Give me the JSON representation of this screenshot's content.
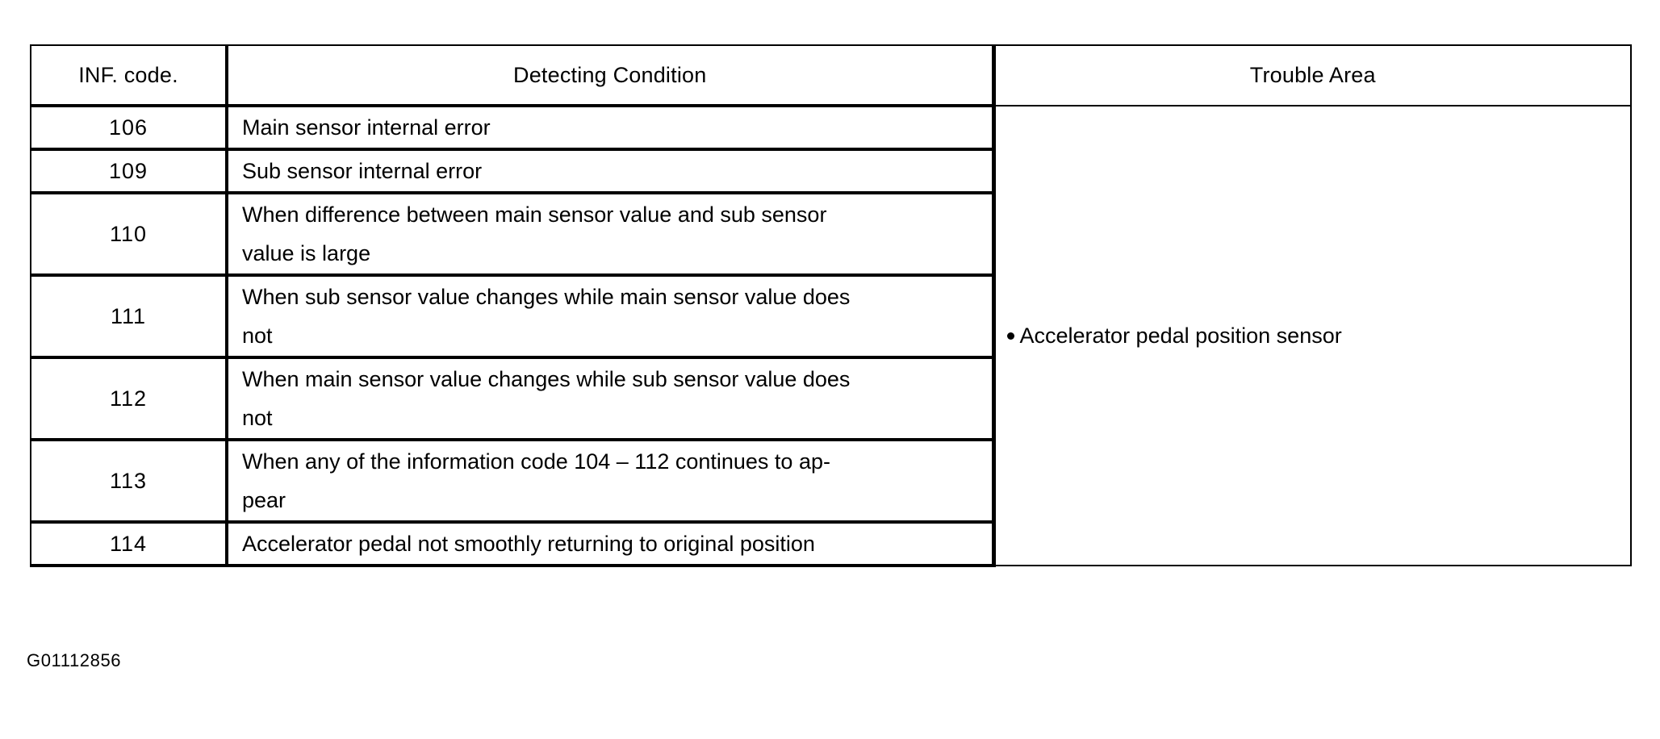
{
  "document": {
    "figure_caption": "G01112856",
    "text_color": "#000000",
    "background_color": "#ffffff"
  },
  "table": {
    "headers": {
      "inf_code": "INF. code.",
      "detecting_condition": "Detecting Condition",
      "trouble_area": "Trouble Area"
    },
    "rows": [
      {
        "inf_code": "106",
        "condition_lines": [
          "Main sensor internal error"
        ]
      },
      {
        "inf_code": "109",
        "condition_lines": [
          "Sub sensor internal error"
        ]
      },
      {
        "inf_code": "110",
        "condition_lines": [
          "When difference between main sensor value and sub sensor",
          "value is large"
        ]
      },
      {
        "inf_code": "111",
        "condition_lines": [
          "When sub sensor value changes while main sensor value does",
          "not"
        ]
      },
      {
        "inf_code": "112",
        "condition_lines": [
          "When main sensor value changes while sub sensor value does",
          "not"
        ]
      },
      {
        "inf_code": "113",
        "condition_lines": [
          "When any of the information code 104 – 112 continues to ap-",
          "pear"
        ]
      },
      {
        "inf_code": "114",
        "condition_lines": [
          "Accelerator pedal not smoothly returning to original position"
        ]
      }
    ],
    "trouble_area_items": [
      "Accelerator pedal position sensor"
    ]
  }
}
